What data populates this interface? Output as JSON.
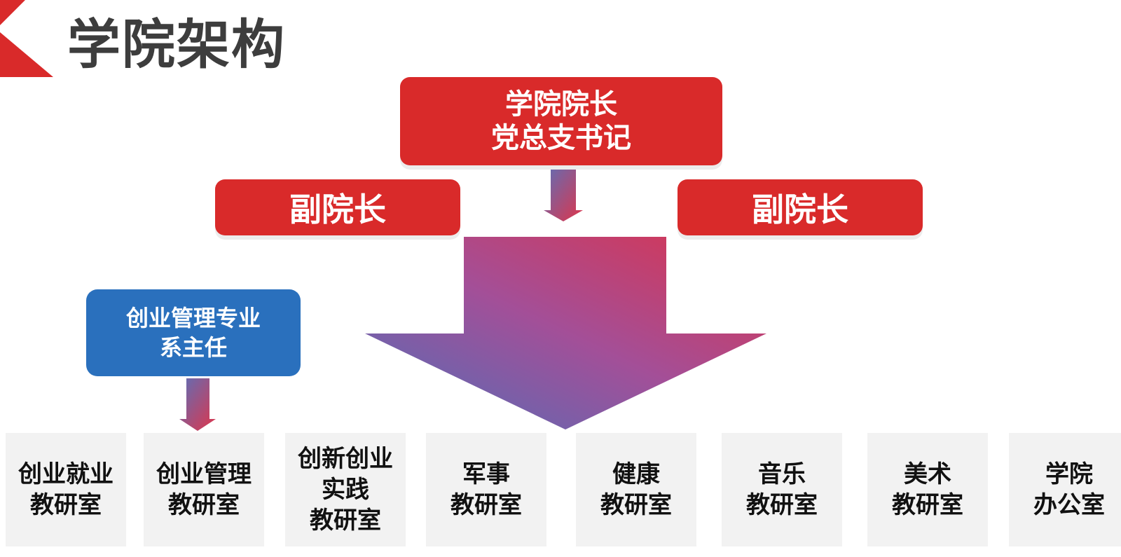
{
  "page": {
    "title": "学院架构",
    "accent_red": "#d92a2a",
    "accent_blue": "#2a70bd"
  },
  "dean": {
    "line1": "学院院长",
    "line2": "党总支书记"
  },
  "vice_deans": [
    {
      "label": "副院长"
    },
    {
      "label": "副院长"
    }
  ],
  "dept_head": {
    "line1": "创业管理专业",
    "line2": "系主任"
  },
  "offices": [
    {
      "lines": [
        "创业就业",
        "教研室"
      ]
    },
    {
      "lines": [
        "创业管理",
        "教研室"
      ]
    },
    {
      "lines": [
        "创新创业",
        "实践",
        "教研室"
      ]
    },
    {
      "lines": [
        "军事",
        "教研室"
      ]
    },
    {
      "lines": [
        "健康",
        "教研室"
      ]
    },
    {
      "lines": [
        "音乐",
        "教研室"
      ]
    },
    {
      "lines": [
        "美术",
        "教研室"
      ]
    },
    {
      "lines": [
        "学院",
        "办公室"
      ]
    }
  ]
}
